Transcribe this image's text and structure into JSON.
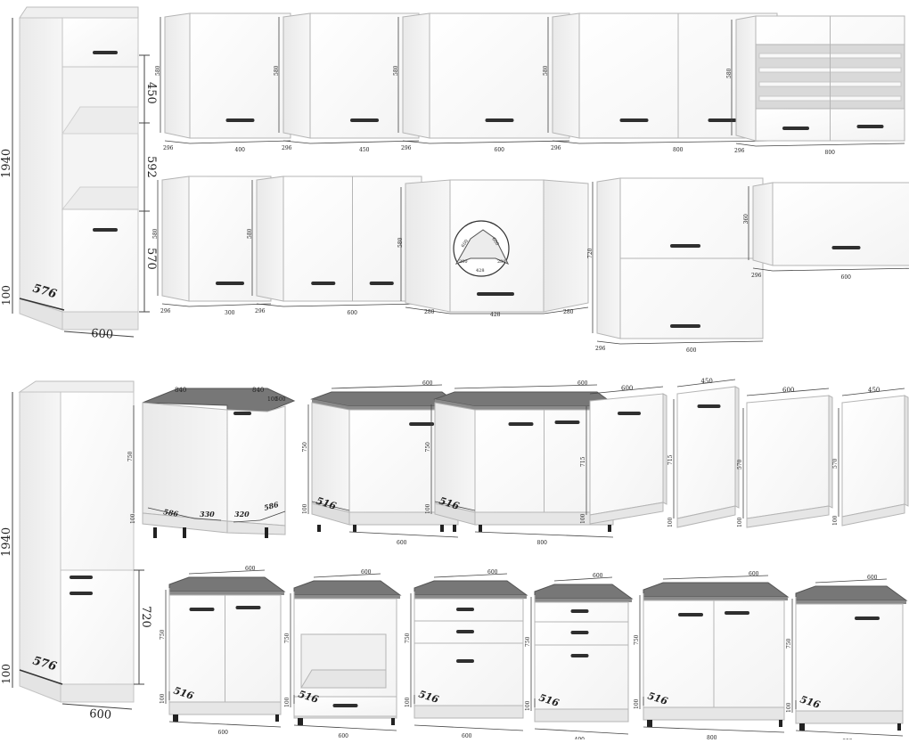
{
  "colors": {
    "carcass_side": "#f1f1f1",
    "front": "#fbfbfb",
    "edge": "#b5b5b5",
    "handle": "#2f2f2f",
    "worktop": "#777777",
    "plinth": "#e6e6e6",
    "dim_line": "#444444"
  },
  "tall_units": [
    {
      "name": "tall-oven-housing",
      "height": "1940",
      "plinth": "100",
      "depth": "576",
      "width": "600",
      "sections": [
        "450",
        "592",
        "570"
      ]
    },
    {
      "name": "tall-larder",
      "height": "1940",
      "plinth": "100",
      "depth": "576",
      "width": "600",
      "sections": [
        "720"
      ]
    }
  ],
  "wall_units": [
    {
      "name": "wall-400",
      "height": "580",
      "depth": "296",
      "width": "400"
    },
    {
      "name": "wall-450",
      "height": "580",
      "depth": "296",
      "width": "450"
    },
    {
      "name": "wall-600",
      "height": "580",
      "depth": "296",
      "width": "600"
    },
    {
      "name": "wall-800",
      "height": "580",
      "depth": "296",
      "width": "800"
    },
    {
      "name": "wall-glass-800",
      "height": "580",
      "depth": "296",
      "width": "800"
    },
    {
      "name": "wall-300",
      "height": "580",
      "depth": "296",
      "width": "300"
    },
    {
      "name": "wall-600-double",
      "height": "580",
      "depth": "296",
      "width": "600"
    },
    {
      "name": "wall-corner",
      "height": "580",
      "depth_left": "280",
      "depth_right": "280",
      "width": "428",
      "inset": {
        "a": "600",
        "b": "600",
        "c": "280",
        "d": "280",
        "e": "428"
      }
    },
    {
      "name": "wall-720-flap",
      "height": "720",
      "depth": "296",
      "width": "600"
    },
    {
      "name": "wall-360-flap",
      "height": "360",
      "depth": "296",
      "width": "600"
    }
  ],
  "base_units": [
    {
      "name": "base-corner",
      "width_a": "840",
      "width_b": "840",
      "depth_top": "100",
      "depth_top2": "500",
      "height": "750",
      "plinth": "100",
      "dims": [
        "586",
        "330",
        "320",
        "586"
      ]
    },
    {
      "name": "base-600-single",
      "width": "600",
      "height": "750",
      "plinth": "100",
      "depth": "516"
    },
    {
      "name": "base-800-double",
      "width": "800",
      "height": "750",
      "plinth": "100",
      "depth": "516",
      "width_top": "600"
    },
    {
      "name": "dw-front-600",
      "width": "600",
      "height": "715",
      "plinth": "100"
    },
    {
      "name": "dw-front-450",
      "width": "450",
      "height": "715",
      "plinth": "100"
    },
    {
      "name": "panel-600",
      "width": "600",
      "height": "570",
      "plinth": "100"
    },
    {
      "name": "panel-450",
      "width": "450",
      "height": "570",
      "plinth": "100"
    },
    {
      "name": "base-600-double",
      "width": "600",
      "height": "750",
      "plinth": "100",
      "depth": "516"
    },
    {
      "name": "base-oven-600",
      "width": "600",
      "height": "750",
      "plinth": "100",
      "depth": "516"
    },
    {
      "name": "base-drawers-3",
      "width": "600",
      "height": "750",
      "plinth": "100",
      "depth": "516"
    },
    {
      "name": "base-drawers-2-door",
      "width": "400",
      "height": "750",
      "plinth": "100",
      "depth": "516",
      "width_top": "600"
    },
    {
      "name": "base-800-double-b",
      "width": "800",
      "height": "750",
      "plinth": "100",
      "depth": "516",
      "width_top": "600"
    },
    {
      "name": "base-600-single-b",
      "width": "600",
      "height": "750",
      "plinth": "100",
      "depth": "516"
    }
  ]
}
